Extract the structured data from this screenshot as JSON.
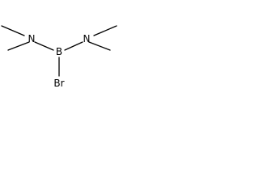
{
  "molecule": {
    "atoms": {
      "n_left": "N",
      "n_right": "N",
      "b": "B",
      "br": "Br"
    },
    "colors": {
      "bond": "#000000",
      "label": "#000000",
      "background": "#ffffff"
    }
  }
}
